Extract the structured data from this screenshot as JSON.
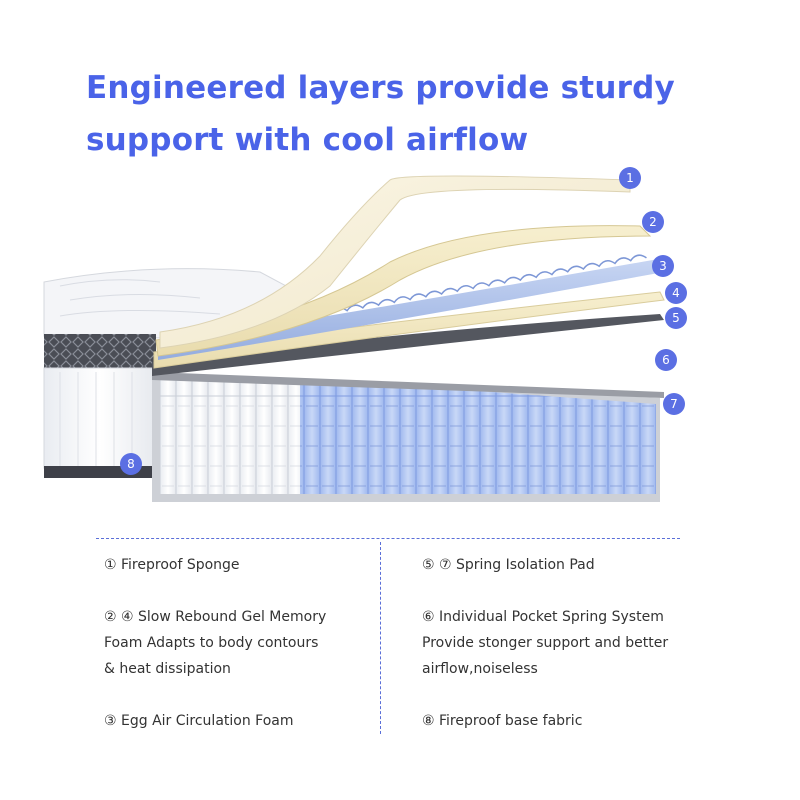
{
  "headline": {
    "line1": "Engineered layers provide sturdy",
    "line2": "support with cool airflow"
  },
  "colors": {
    "headline": "#4a63e8",
    "badge": "#5b6fe3",
    "gel_foam": "#f3ebcc",
    "egg_foam": "#a9c0ea",
    "spring_blue": "#a9c2f0",
    "divider": "#5a6fd8"
  },
  "badges": [
    "1",
    "2",
    "3",
    "4",
    "5",
    "6",
    "7",
    "8"
  ],
  "legend": {
    "left": [
      {
        "lines": [
          "① Fireproof Sponge"
        ]
      },
      {
        "lines": [
          "② ④ Slow Rebound Gel Memory",
          "Foam Adapts to body contours",
          "& heat dissipation"
        ]
      },
      {
        "lines": [
          "③ Egg Air Circulation Foam"
        ]
      }
    ],
    "right": [
      {
        "lines": [
          "⑤ ⑦ Spring Isolation Pad"
        ]
      },
      {
        "lines": [
          "⑥ Individual Pocket Spring System",
          "Provide stonger support and better",
          "airflow,noiseless"
        ]
      },
      {
        "lines": [
          "⑧ Fireproof base fabric"
        ]
      }
    ]
  }
}
